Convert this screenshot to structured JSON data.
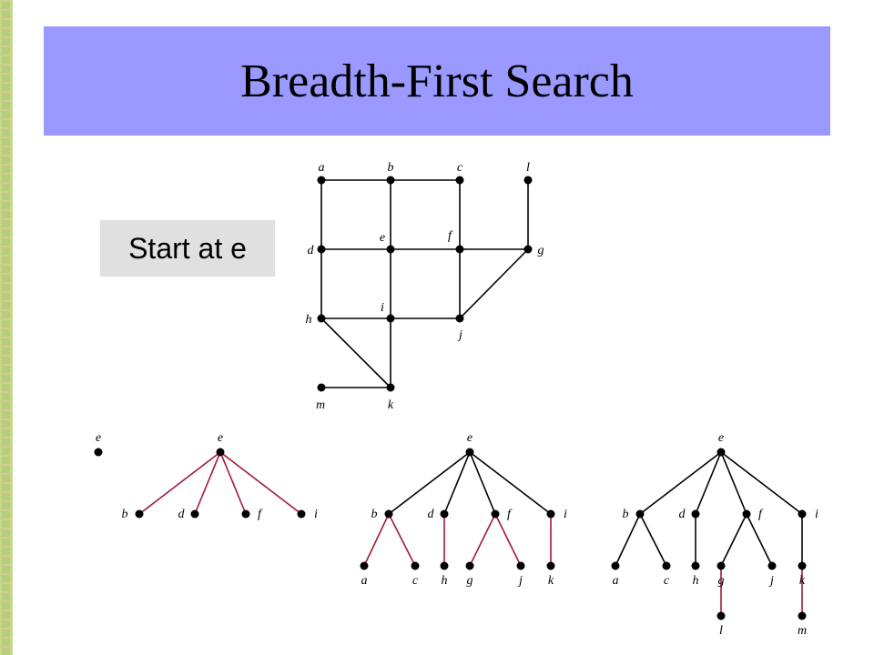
{
  "title": "Breadth-First Search",
  "start_label": "Start at e",
  "colors": {
    "title_bg": "#9999ff",
    "new_edge": "#a3193a",
    "old_edge": "#000000",
    "start_bg": "#e0e0e0"
  },
  "graph": {
    "vertices": [
      "a",
      "b",
      "c",
      "l",
      "d",
      "e",
      "f",
      "g",
      "h",
      "i",
      "j",
      "m",
      "k"
    ],
    "edges": [
      [
        "a",
        "b"
      ],
      [
        "b",
        "c"
      ],
      [
        "c",
        "f"
      ],
      [
        "l",
        "g"
      ],
      [
        "a",
        "d"
      ],
      [
        "b",
        "e"
      ],
      [
        "d",
        "e"
      ],
      [
        "e",
        "f"
      ],
      [
        "f",
        "g"
      ],
      [
        "d",
        "h"
      ],
      [
        "e",
        "i"
      ],
      [
        "f",
        "j"
      ],
      [
        "g",
        "j"
      ],
      [
        "h",
        "i"
      ],
      [
        "i",
        "j"
      ],
      [
        "h",
        "k"
      ],
      [
        "i",
        "k"
      ],
      [
        "m",
        "k"
      ]
    ]
  },
  "trees": [
    {
      "vertices": [
        "e"
      ],
      "edges": []
    },
    {
      "vertices": [
        "e",
        "b",
        "d",
        "f",
        "i"
      ],
      "edges": [
        [
          "e",
          "b",
          "new"
        ],
        [
          "e",
          "d",
          "new"
        ],
        [
          "e",
          "f",
          "new"
        ],
        [
          "e",
          "i",
          "new"
        ]
      ]
    },
    {
      "vertices": [
        "e",
        "b",
        "d",
        "f",
        "i",
        "a",
        "c",
        "h",
        "g",
        "j",
        "k"
      ],
      "edges": [
        [
          "e",
          "b",
          "old"
        ],
        [
          "e",
          "d",
          "old"
        ],
        [
          "e",
          "f",
          "old"
        ],
        [
          "e",
          "i",
          "old"
        ],
        [
          "b",
          "a",
          "new"
        ],
        [
          "b",
          "c",
          "new"
        ],
        [
          "d",
          "h",
          "new"
        ],
        [
          "f",
          "g",
          "new"
        ],
        [
          "f",
          "j",
          "new"
        ],
        [
          "i",
          "k",
          "new"
        ]
      ]
    },
    {
      "vertices": [
        "e",
        "b",
        "d",
        "f",
        "i",
        "a",
        "c",
        "h",
        "g",
        "j",
        "k",
        "l",
        "m"
      ],
      "edges": [
        [
          "e",
          "b",
          "old"
        ],
        [
          "e",
          "d",
          "old"
        ],
        [
          "e",
          "f",
          "old"
        ],
        [
          "e",
          "i",
          "old"
        ],
        [
          "b",
          "a",
          "old"
        ],
        [
          "b",
          "c",
          "old"
        ],
        [
          "d",
          "h",
          "old"
        ],
        [
          "f",
          "g",
          "old"
        ],
        [
          "f",
          "j",
          "old"
        ],
        [
          "i",
          "k",
          "old"
        ],
        [
          "g",
          "l",
          "new"
        ],
        [
          "k",
          "m",
          "new"
        ]
      ]
    }
  ]
}
